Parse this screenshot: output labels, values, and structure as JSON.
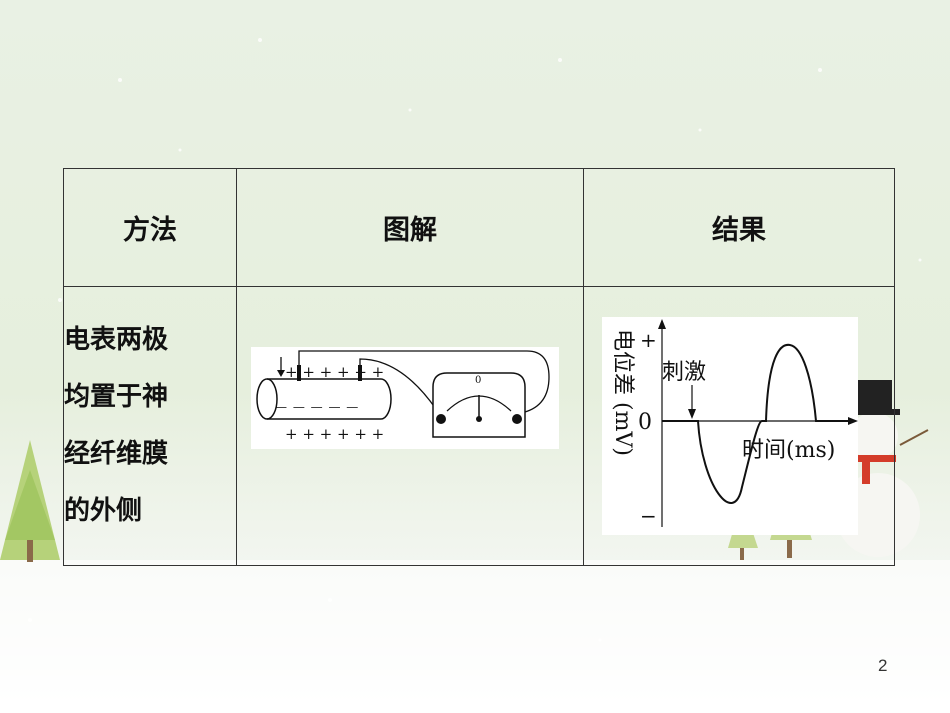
{
  "table": {
    "headers": [
      "方法",
      "图解",
      "结果"
    ],
    "method_lines": [
      "电表两极",
      "均置于神",
      "经纤维膜",
      "的外侧"
    ]
  },
  "diagram": {
    "upper_charges": "+ + + + + +",
    "lower_charges": "+ + + + + +",
    "inner_charges": "— — — — —",
    "meter_zero": "0"
  },
  "result_graph": {
    "ylabel": "电位差 (mV)",
    "y_plus": "+",
    "y_minus": "−",
    "y_zero": "0",
    "stimulus_label": "刺激",
    "xlabel": "时间(ms)"
  },
  "page_number": "2"
}
